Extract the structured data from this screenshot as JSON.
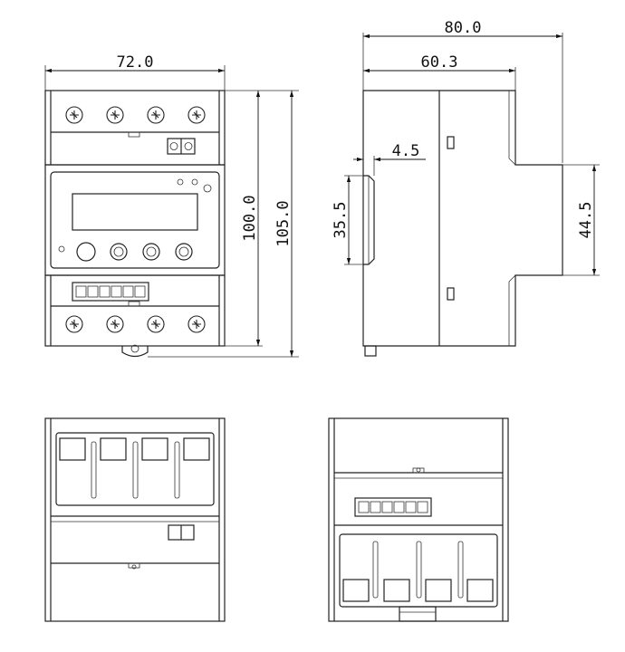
{
  "dimensions": {
    "front_width": "72.0",
    "front_height_body": "100.0",
    "front_height_total": "105.0",
    "side_depth_total": "80.0",
    "side_depth_body": "60.3",
    "rail_offset": "4.5",
    "rail_height": "35.5",
    "front_window_height": "44.5"
  },
  "icons": [
    "terminal-screw-icon",
    "button-icon",
    "led-icon"
  ],
  "colors": {
    "line": "#222222",
    "background": "#ffffff"
  }
}
